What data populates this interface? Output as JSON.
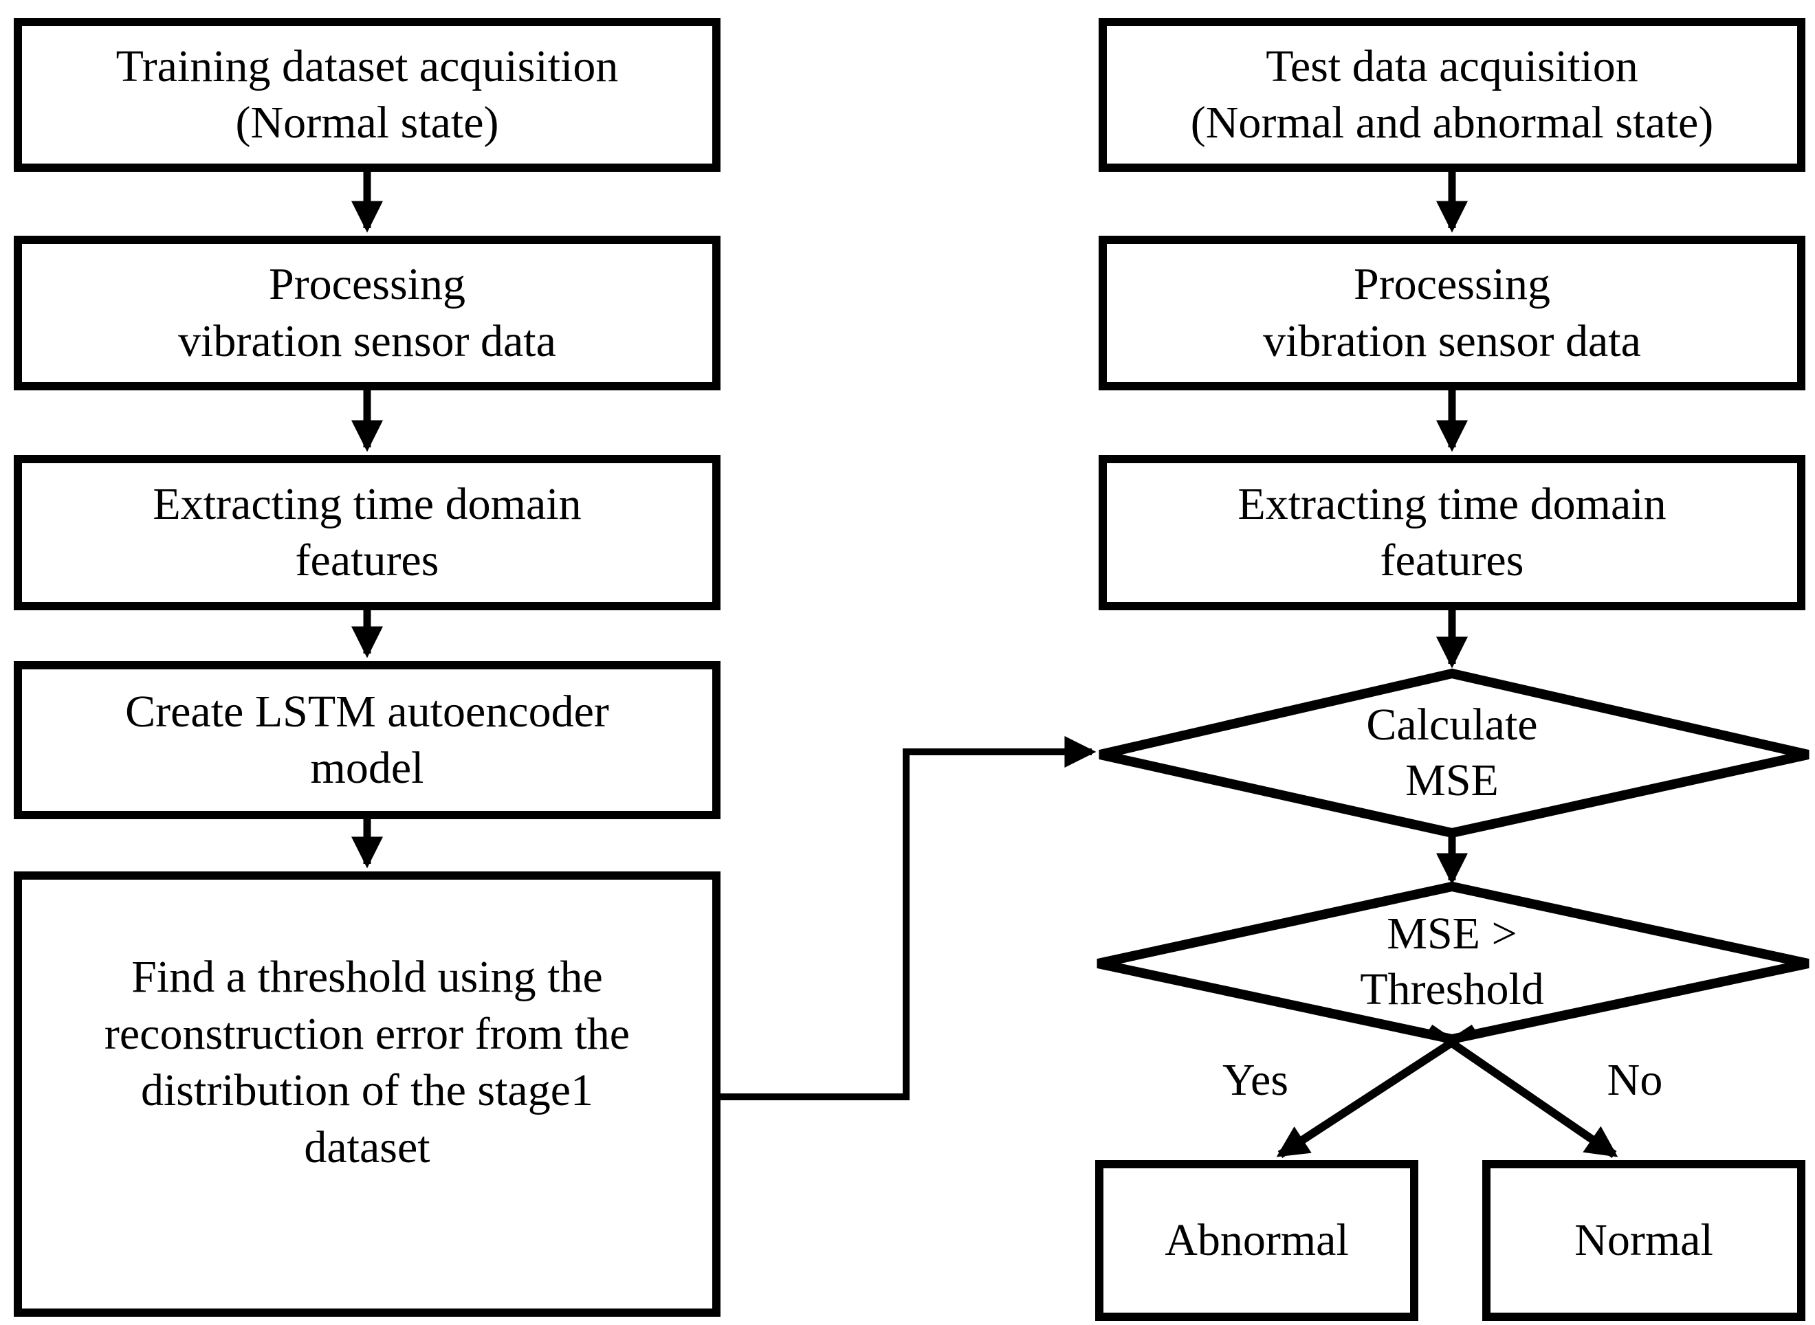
{
  "flow": {
    "colors": {
      "stroke": "#000000",
      "background": "#ffffff"
    },
    "left": {
      "boxes": [
        {
          "label": "Training dataset acquisition\n(Normal state)"
        },
        {
          "label": "Processing\nvibration sensor data"
        },
        {
          "label": "Extracting time domain\nfeatures"
        },
        {
          "label": "Create LSTM autoencoder\nmodel"
        },
        {
          "label": "Find a threshold using the\nreconstruction error from the\ndistribution of the stage1\ndataset"
        }
      ]
    },
    "right": {
      "boxes": [
        {
          "label": "Test data acquisition\n(Normal and abnormal state)"
        },
        {
          "label": "Processing\nvibration sensor data"
        },
        {
          "label": "Extracting time domain\nfeatures"
        }
      ],
      "decisions": [
        {
          "label": "Calculate\nMSE"
        },
        {
          "label": "MSE >\nThreshold"
        }
      ],
      "branch_labels": {
        "yes": "Yes",
        "no": "No"
      },
      "outcomes": [
        {
          "label": "Abnormal"
        },
        {
          "label": "Normal"
        }
      ]
    }
  }
}
